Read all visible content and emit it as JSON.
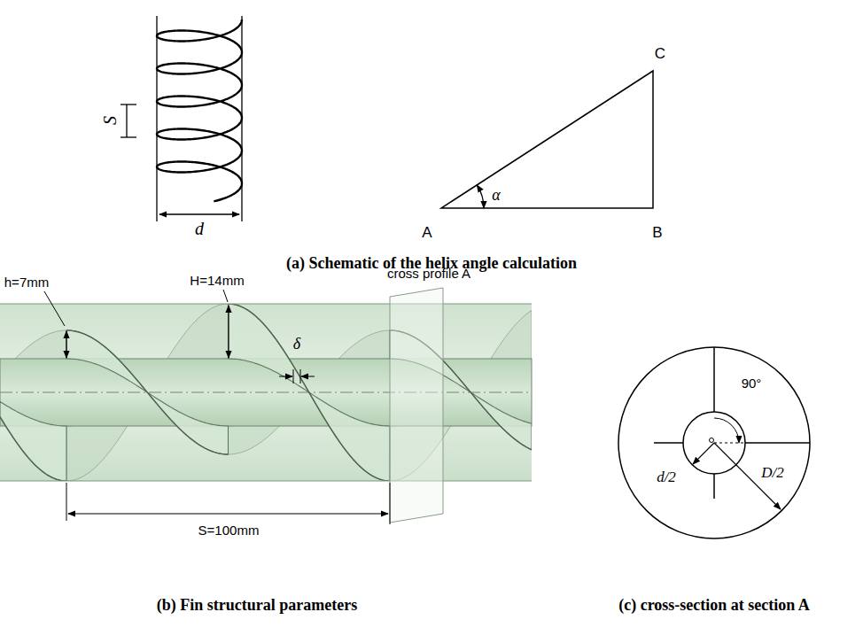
{
  "diagram": {
    "labels": [
      "S",
      "d",
      "C",
      "α",
      "A",
      "B",
      "(a) Schematic of the helix angle calculation",
      "h=7mm",
      "H=14mm",
      "cross profile A",
      "δ",
      "S=100mm",
      "(b) Fin structural parameters",
      "90°",
      "d/2",
      "D/2",
      "(c) cross-section at section A"
    ]
  }
}
